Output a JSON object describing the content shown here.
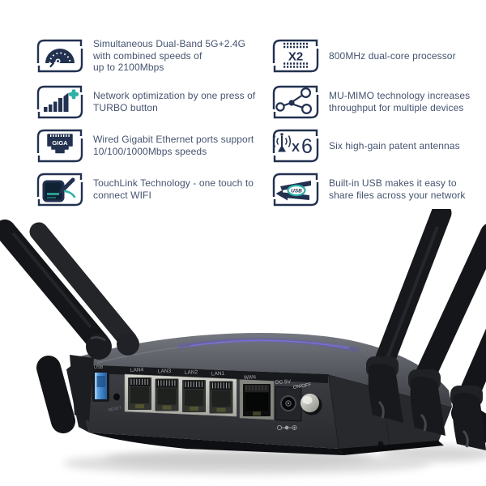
{
  "features": [
    {
      "id": "dual-band",
      "text": "Simultaneous Dual-Band 5G+2.4G\nwith combined speeds of\nup to 2100Mbps"
    },
    {
      "id": "turbo",
      "text": "Network optimization by one press of\nTURBO button"
    },
    {
      "id": "gigabit",
      "text": "Wired Gigabit Ethernet ports support\n10/100/1000Mbps speeds"
    },
    {
      "id": "touchlink",
      "text": "TouchLink Technology - one touch to\nconnect WIFI"
    },
    {
      "id": "processor",
      "text": "800MHz dual-core processor"
    },
    {
      "id": "mu-mimo",
      "text": "MU-MIMO technology increases\nthroughput for multiple devices"
    },
    {
      "id": "antennas",
      "text": "Six high-gain patent antennas"
    },
    {
      "id": "usb-share",
      "text": "Built-in USB makes it easy to\nshare files across your network"
    }
  ],
  "icon_labels": {
    "giga": "GIGA",
    "x2": "X2",
    "x6_times": "X",
    "x6_count": "6",
    "usb": "USB"
  },
  "router_labels": {
    "usb": "USB",
    "reset": "RESET",
    "lan4": "LAN4",
    "lan3": "LAN3",
    "lan2": "LAN2",
    "lan1": "LAN1",
    "wan": "WAN",
    "dc_power": "DC 5V",
    "power_switch": "ON/OFF"
  },
  "colors": {
    "feature_navy": "#223150",
    "feature_text": "#45536f",
    "accent_teal": "#2fb0a8",
    "usb_port_blue": "#3f87cc",
    "led_glow_purple": "#5a4ed2",
    "body_dark": "#2c2e32"
  }
}
